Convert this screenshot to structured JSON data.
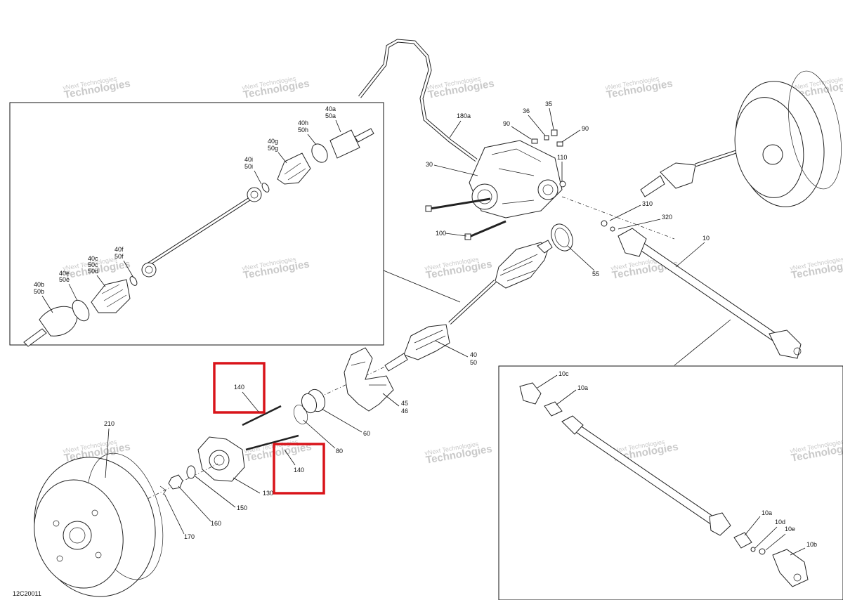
{
  "drawing_code": "12C20011",
  "watermark": {
    "line1": "vNext Technologies",
    "line2": "Technologies"
  },
  "highlight_color": "#d9141a",
  "callouts": {
    "c10": "10",
    "c10a_top": "10a",
    "c10a_bottom": "10a",
    "c10b": "10b",
    "c10c": "10c",
    "c10d": "10d",
    "c10e": "10e",
    "c30": "30",
    "c35": "35",
    "c36": "36",
    "c40a_50a": [
      "40a",
      "50a"
    ],
    "c40h_50h": [
      "40h",
      "50h"
    ],
    "c40g_50g": [
      "40g",
      "50g"
    ],
    "c40i_50i": [
      "40i",
      "50i"
    ],
    "c40f_50f": [
      "40f",
      "50f"
    ],
    "c40c_50c_50d": [
      "40c",
      "50c",
      "50d"
    ],
    "c40e_50e": [
      "40e",
      "50e"
    ],
    "c40b_50b": [
      "40b",
      "50b"
    ],
    "c40_50": [
      "40",
      "50"
    ],
    "c45_46": [
      "45",
      "46"
    ],
    "c55": "55",
    "c60": "60",
    "c80": "80",
    "c90_left": "90",
    "c90_right": "90",
    "c100": "100",
    "c110": "110",
    "c130": "130",
    "c140_top": "140",
    "c140_bottom": "140",
    "c150": "150",
    "c160": "160",
    "c170": "170",
    "c180a": "180a",
    "c210": "210",
    "c310": "310",
    "c320": "320"
  }
}
